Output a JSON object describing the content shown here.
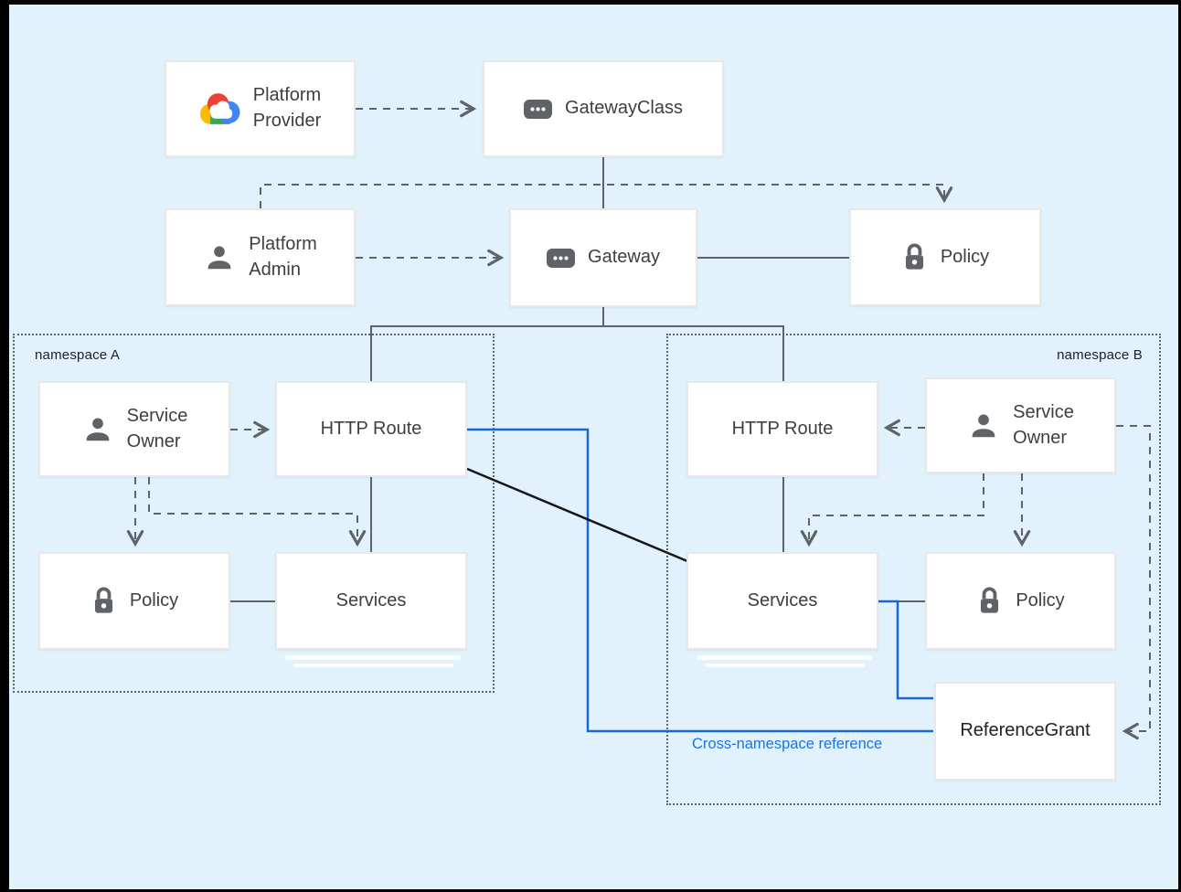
{
  "colors": {
    "background": "#e1f2fc",
    "box_background": "#ffffff",
    "box_border": "#e8e8e8",
    "box_text": "#3c4043",
    "line_gray": "#5f6368",
    "line_blue": "#1967d2",
    "line_black": "#161616",
    "annotation_blue": "#1a73e8",
    "icon_gray": "#5f6368",
    "gcp_red": "#EA4335",
    "gcp_blue": "#4285F4",
    "gcp_green": "#34A853",
    "gcp_yellow": "#FBBC05"
  },
  "groups": {
    "namespace_a": {
      "label": "namespace A"
    },
    "namespace_b": {
      "label": "namespace B"
    }
  },
  "nodes": {
    "platform_provider": {
      "label": "Platform\nProvider",
      "icon": "google-cloud-icon"
    },
    "gateway_class": {
      "label": "GatewayClass",
      "icon": "resource-chip-icon"
    },
    "platform_admin": {
      "label": "Platform\nAdmin",
      "icon": "person-icon"
    },
    "gateway": {
      "label": "Gateway",
      "icon": "resource-chip-icon"
    },
    "policy_top": {
      "label": "Policy",
      "icon": "lock-icon"
    },
    "service_owner_a": {
      "label": "Service\nOwner",
      "icon": "person-icon"
    },
    "http_route_a": {
      "label": "HTTP Route"
    },
    "policy_a": {
      "label": "Policy",
      "icon": "lock-icon"
    },
    "services_a": {
      "label": "Services"
    },
    "http_route_b": {
      "label": "HTTP Route"
    },
    "service_owner_b": {
      "label": "Service\nOwner",
      "icon": "person-icon"
    },
    "services_b": {
      "label": "Services"
    },
    "policy_b": {
      "label": "Policy",
      "icon": "lock-icon"
    },
    "reference_grant": {
      "label": "ReferenceGrant"
    }
  },
  "annotations": {
    "cross_namespace": {
      "label": "Cross-namespace reference"
    }
  },
  "edges": [
    {
      "from": "Platform Provider",
      "to": "GatewayClass",
      "style": "dashed-arrow"
    },
    {
      "from": "GatewayClass",
      "to": "Gateway",
      "style": "solid"
    },
    {
      "from": "Platform Admin",
      "to": "Gateway",
      "style": "dashed-arrow"
    },
    {
      "from": "Platform Admin",
      "to": "Policy",
      "style": "dashed-arrow"
    },
    {
      "from": "Gateway",
      "to": "Policy",
      "style": "solid"
    },
    {
      "from": "Gateway",
      "to": "HTTP Route (namespace A)",
      "style": "solid"
    },
    {
      "from": "Gateway",
      "to": "HTTP Route (namespace B)",
      "style": "solid"
    },
    {
      "from": "Service Owner (namespace A)",
      "to": "HTTP Route (namespace A)",
      "style": "dashed-arrow"
    },
    {
      "from": "Service Owner (namespace A)",
      "to": "Policy (namespace A)",
      "style": "dashed-arrow"
    },
    {
      "from": "Service Owner (namespace A)",
      "to": "Services (namespace A)",
      "style": "dashed-arrow"
    },
    {
      "from": "HTTP Route (namespace A)",
      "to": "Services (namespace A)",
      "style": "solid"
    },
    {
      "from": "Policy (namespace A)",
      "to": "Services (namespace A)",
      "style": "solid"
    },
    {
      "from": "HTTP Route (namespace A)",
      "to": "ReferenceGrant",
      "style": "blue",
      "label": "Cross-namespace reference"
    },
    {
      "from": "HTTP Route (namespace A)",
      "to": "Services (namespace B)",
      "style": "black"
    },
    {
      "from": "Service Owner (namespace B)",
      "to": "HTTP Route (namespace B)",
      "style": "dashed-arrow"
    },
    {
      "from": "HTTP Route (namespace B)",
      "to": "Services (namespace B)",
      "style": "solid"
    },
    {
      "from": "Service Owner (namespace B)",
      "to": "Services (namespace B)",
      "style": "dashed-arrow"
    },
    {
      "from": "Service Owner (namespace B)",
      "to": "Policy (namespace B)",
      "style": "dashed-arrow"
    },
    {
      "from": "Services (namespace B)",
      "to": "Policy (namespace B)",
      "style": "solid"
    },
    {
      "from": "Services (namespace B)",
      "to": "ReferenceGrant",
      "style": "blue"
    },
    {
      "from": "Service Owner (namespace B)",
      "to": "ReferenceGrant",
      "style": "dashed-arrow"
    }
  ]
}
